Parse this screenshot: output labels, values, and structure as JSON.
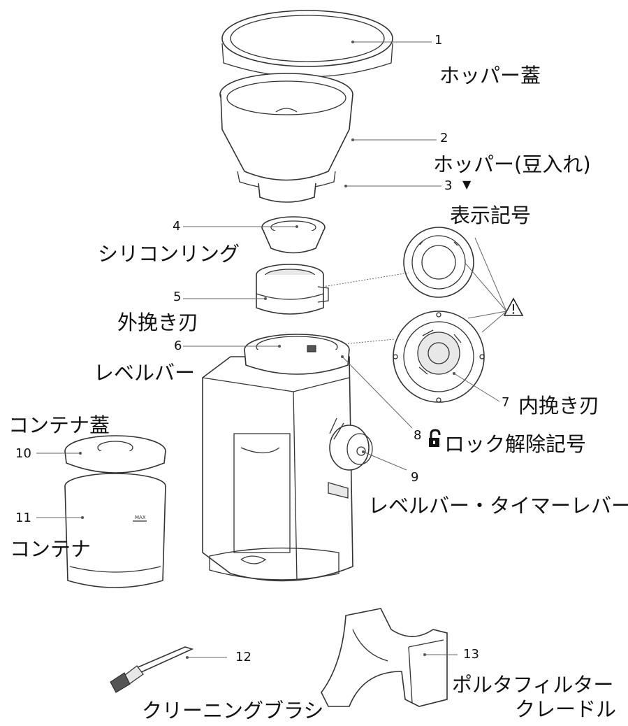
{
  "parts": [
    {
      "num": "1",
      "name": "ホッパー蓋"
    },
    {
      "num": "2",
      "name": "ホッパー(豆入れ)"
    },
    {
      "num": "3",
      "symbol": "▼",
      "name": "表示記号"
    },
    {
      "num": "4",
      "name": "シリコンリング"
    },
    {
      "num": "5",
      "name": "外挽き刃"
    },
    {
      "num": "6",
      "name": "レベルバー"
    },
    {
      "num": "7",
      "name": "内挽き刃"
    },
    {
      "num": "8",
      "name": "ロック解除記号"
    },
    {
      "num": "9",
      "name": "レベルバー・タイマーレバー"
    },
    {
      "name": "コンテナ蓋",
      "num": "10"
    },
    {
      "num": "11",
      "name": "コンテナ"
    },
    {
      "num": "12",
      "name": "クリーニングブラシ"
    },
    {
      "num": "13",
      "name_line1": "ポルタフィルター",
      "name_line2": "クレードル"
    }
  ],
  "icons": [
    "warning-triangle-icon",
    "unlock-padlock-icon",
    "down-triangle-icon"
  ],
  "colors": {
    "line": "#333333",
    "leader": "#666666",
    "background": "#ffffff"
  }
}
